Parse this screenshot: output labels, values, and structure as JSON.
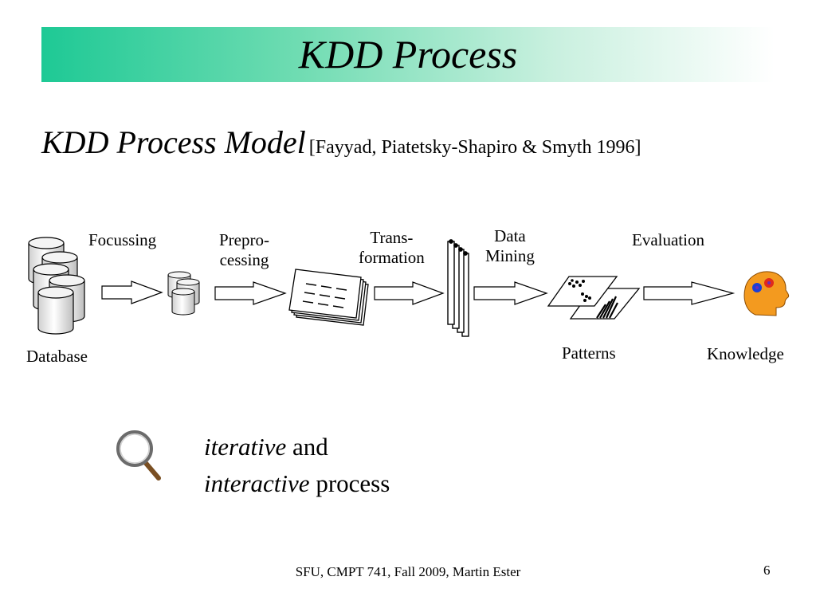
{
  "slide": {
    "title": "KDD Process",
    "subtitle_main": "KDD Process Model",
    "subtitle_cite": "[Fayyad, Piatetsky-Shapiro & Smyth 1996]",
    "footer": "SFU, CMPT 741, Fall 2009, Martin Ester",
    "page_number": "6"
  },
  "diagram": {
    "database": "Database",
    "focussing": "Focussing",
    "preprocessing_1": "Prepro-",
    "preprocessing_2": "cessing",
    "transformation_1": "Trans-",
    "transformation_2": "formation",
    "data_mining_1": "Data",
    "data_mining_2": "Mining",
    "evaluation": "Evaluation",
    "patterns": "Patterns",
    "knowledge": "Knowledge"
  },
  "bottom": {
    "line1_italic": "iterative",
    "line1_rest": " and",
    "line2_italic": "interactive",
    "line2_rest": " process"
  },
  "icons": {
    "magnifier": "magnifying-glass-icon",
    "database": "database-cylinders-icon",
    "knowledge": "head-with-gears-icon"
  }
}
